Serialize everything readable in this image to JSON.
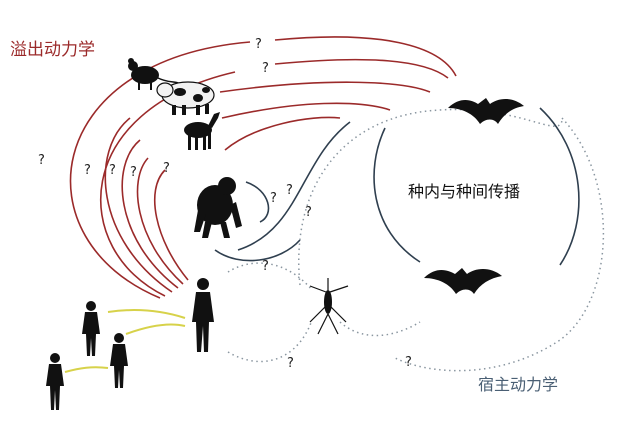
{
  "labels": {
    "spillover": "溢出动力学",
    "transmission": "种内与种间传播",
    "host": "宿主动力学"
  },
  "question_mark": "?",
  "colors": {
    "spillover_arc": "#9b2a2a",
    "host_arc": "#2f3f4f",
    "dotted": "#8a96a0",
    "human_link": "#d7d24a",
    "silhouette": "#111111",
    "spillover_text": "#9b2a2a",
    "host_text": "#4a5f74"
  },
  "icons": [
    "mouse-icon",
    "pig-icon",
    "deer-icon",
    "chimpanzee-icon",
    "bat-icon",
    "mosquito-icon",
    "human-icon"
  ]
}
